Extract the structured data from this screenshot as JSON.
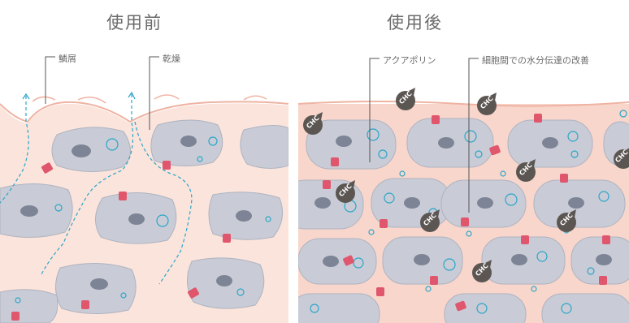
{
  "before": {
    "title": "使用前",
    "labels": {
      "scale": "鱗屑",
      "dryness": "乾燥"
    }
  },
  "after": {
    "title": "使用後",
    "labels": {
      "aquaporin": "アクアポリン",
      "intercellular": "細胞間での水分伝達の改善"
    },
    "badge_text": "CHC"
  },
  "colors": {
    "skin_before": "#fbe4dc",
    "skin_after": "#f8d6cc",
    "cell": "#c9ccd6",
    "nucleus": "#7d8495",
    "water": "#2aa6c8",
    "aquaporin": "#e0566d",
    "badge": "#5c5653"
  }
}
